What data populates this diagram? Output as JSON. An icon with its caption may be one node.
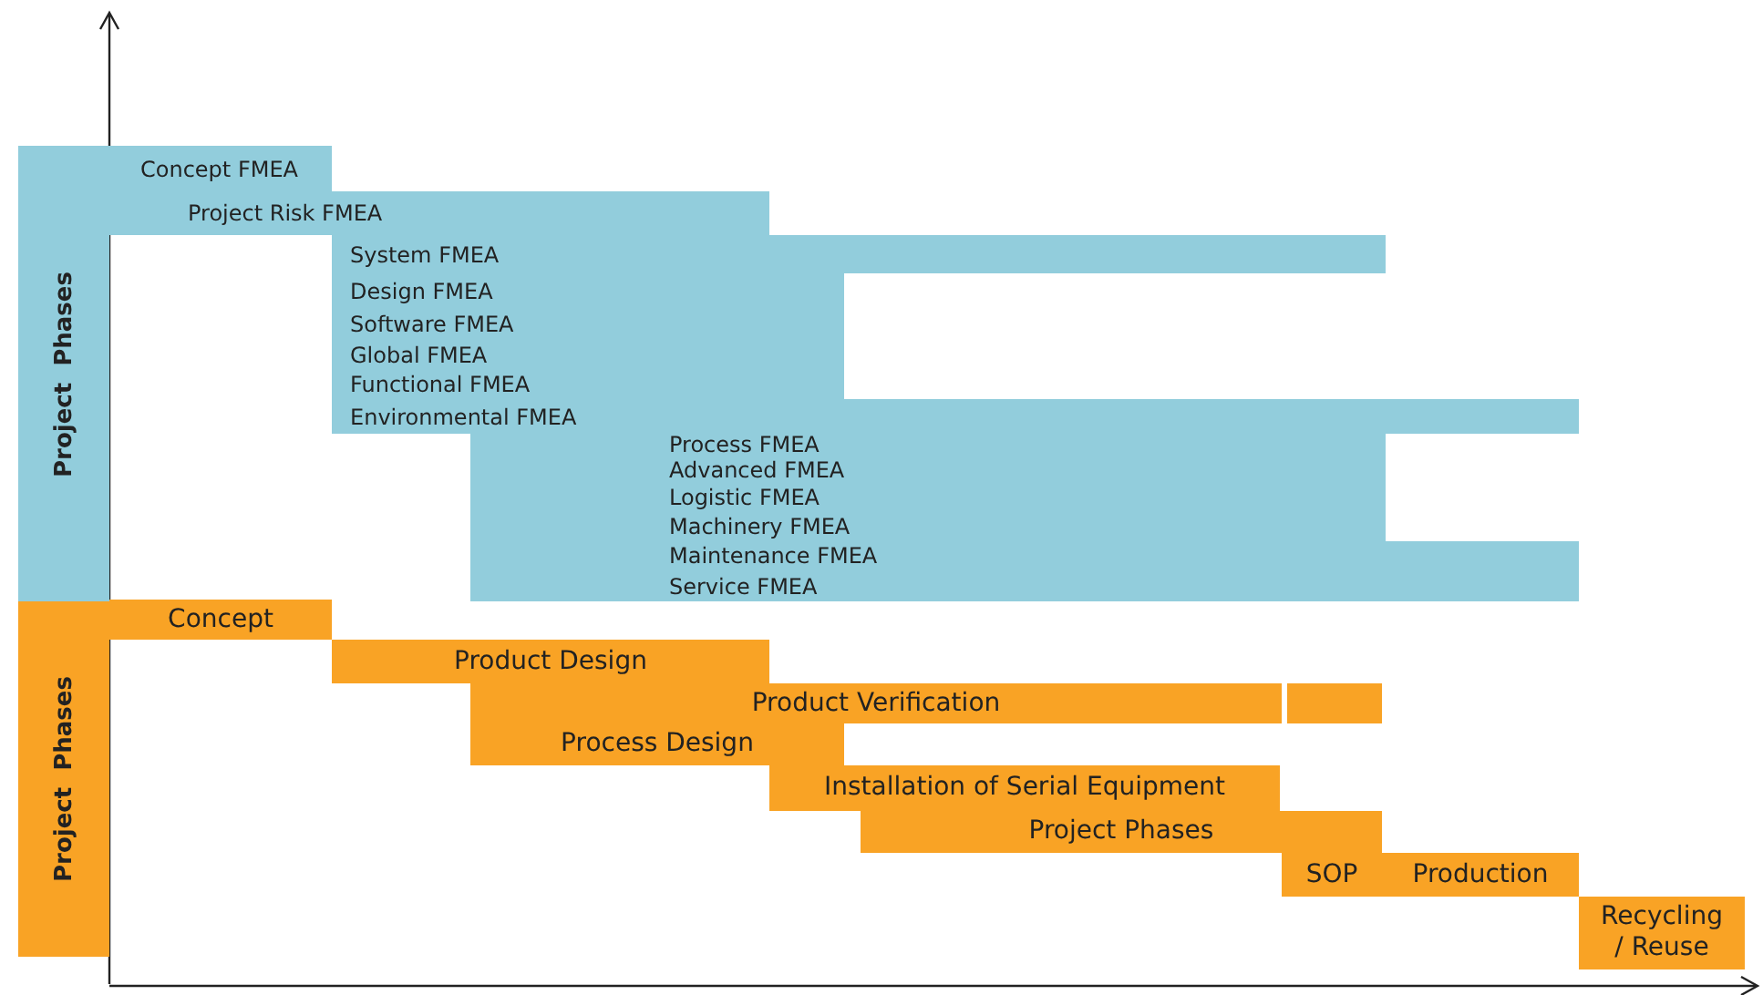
{
  "diagram": {
    "nodes": [
      {
        "text": [
          "Project  Phases"
        ]
      },
      {
        "text": [
          "Concept FMEA"
        ]
      },
      {
        "text": [
          "Project Risk FMEA"
        ]
      },
      {
        "text": [
          "System FMEA"
        ]
      },
      {
        "text": [
          "Design FMEA"
        ]
      },
      {
        "text": [
          "Software FMEA"
        ]
      },
      {
        "text": [
          "Global FMEA"
        ]
      },
      {
        "text": [
          "Functional FMEA"
        ]
      },
      {
        "text": [
          "Environmental FMEA"
        ]
      },
      {
        "text": [
          "Process FMEA"
        ]
      },
      {
        "text": [
          "Advanced FMEA"
        ]
      },
      {
        "text": [
          "Logistic FMEA"
        ]
      },
      {
        "text": [
          "Machinery FMEA"
        ]
      },
      {
        "text": [
          "Maintenance FMEA"
        ]
      },
      {
        "text": [
          "Service FMEA"
        ]
      },
      {
        "text": [
          "Project  Phases"
        ]
      },
      {
        "text": [
          "Concept"
        ]
      },
      {
        "text": [
          "Product Design"
        ]
      },
      {
        "text": [
          "Product Verification"
        ]
      },
      {
        "text": [],
        "shape": "bar"
      },
      {
        "text": [
          "Process Design"
        ]
      },
      {
        "text": [
          "Installation of Serial Equipment"
        ]
      },
      {
        "text": [
          "Project  Phases"
        ]
      },
      {
        "text": [
          "SOP"
        ]
      },
      {
        "text": [
          "Production"
        ]
      },
      {
        "text": [
          "Recycling / Reuse"
        ]
      }
    ],
    "edges": []
  }
}
